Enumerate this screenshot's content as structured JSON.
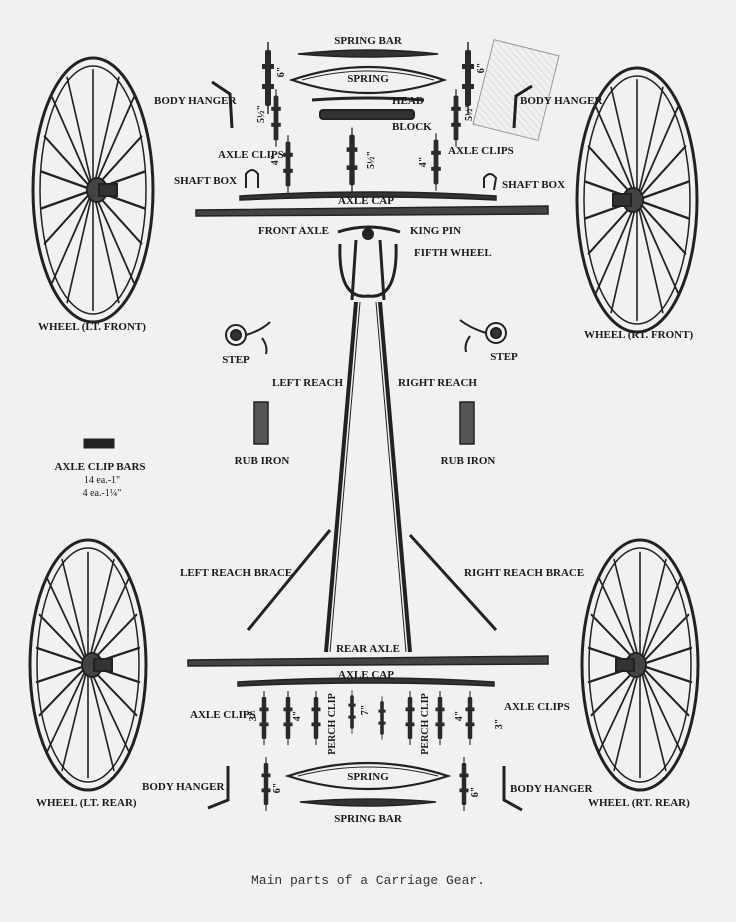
{
  "labels": {
    "spring_bar_top": "SPRING BAR",
    "spring_top": "SPRING",
    "head": "HEAD",
    "block": "BLOCK",
    "body_hanger_lt": "BODY HANGER",
    "body_hanger_rt": "BODY HANGER",
    "axle_clips_front_lt": "AXLE CLIPS",
    "axle_clips_front_rt": "AXLE CLIPS",
    "shaft_box_lt": "SHAFT BOX",
    "shaft_box_rt": "SHAFT BOX",
    "axle_cap_front": "AXLE CAP",
    "front_axle": "FRONT AXLE",
    "king_pin": "KING PIN",
    "fifth_wheel": "FIFTH WHEEL",
    "wheel_lt_front": "WHEEL (LT. FRONT)",
    "wheel_rt_front": "WHEEL (RT. FRONT)",
    "step_lt": "STEP",
    "step_rt": "STEP",
    "left_reach": "LEFT REACH",
    "right_reach": "RIGHT REACH",
    "rub_iron_lt": "RUB IRON",
    "rub_iron_rt": "RUB IRON",
    "axle_clip_bars": "AXLE CLIP BARS",
    "axle_clip_bars_qty1": "14 ea.-1\"",
    "axle_clip_bars_qty2": "4 ea.-1¼\"",
    "left_reach_brace": "LEFT REACH BRACE",
    "right_reach_brace": "RIGHT REACH BRACE",
    "rear_axle": "REAR AXLE",
    "axle_cap_rear": "AXLE CAP",
    "axle_clips_rear_lt": "AXLE CLIPS",
    "axle_clips_rear_rt": "AXLE CLIPS",
    "perch_clip_lt": "PERCH CLIP",
    "perch_clip_rt": "PERCH CLIP",
    "spring_bottom": "SPRING",
    "spring_bar_bottom": "SPRING BAR",
    "body_hanger_lt_rear": "BODY HANGER",
    "body_hanger_rt_rear": "BODY HANGER",
    "wheel_lt_rear": "WHEEL (LT. REAR)",
    "wheel_rt_rear": "WHEEL (RT. REAR)"
  },
  "dimensions": {
    "front_tl": "6\"",
    "front_tr": "6\"",
    "front_ml": "5½\"",
    "front_mr": "5½\"",
    "front_bl": "4\"",
    "front_bc": "5½\"",
    "front_br": "4\"",
    "rear_1": "3\"",
    "rear_2": "4\"",
    "rear_3": "7\"",
    "rear_4": "4\"",
    "rear_5": "3\"",
    "rear_bl": "6\"",
    "rear_br": "6\""
  },
  "caption": "Main parts of a Carriage Gear."
}
